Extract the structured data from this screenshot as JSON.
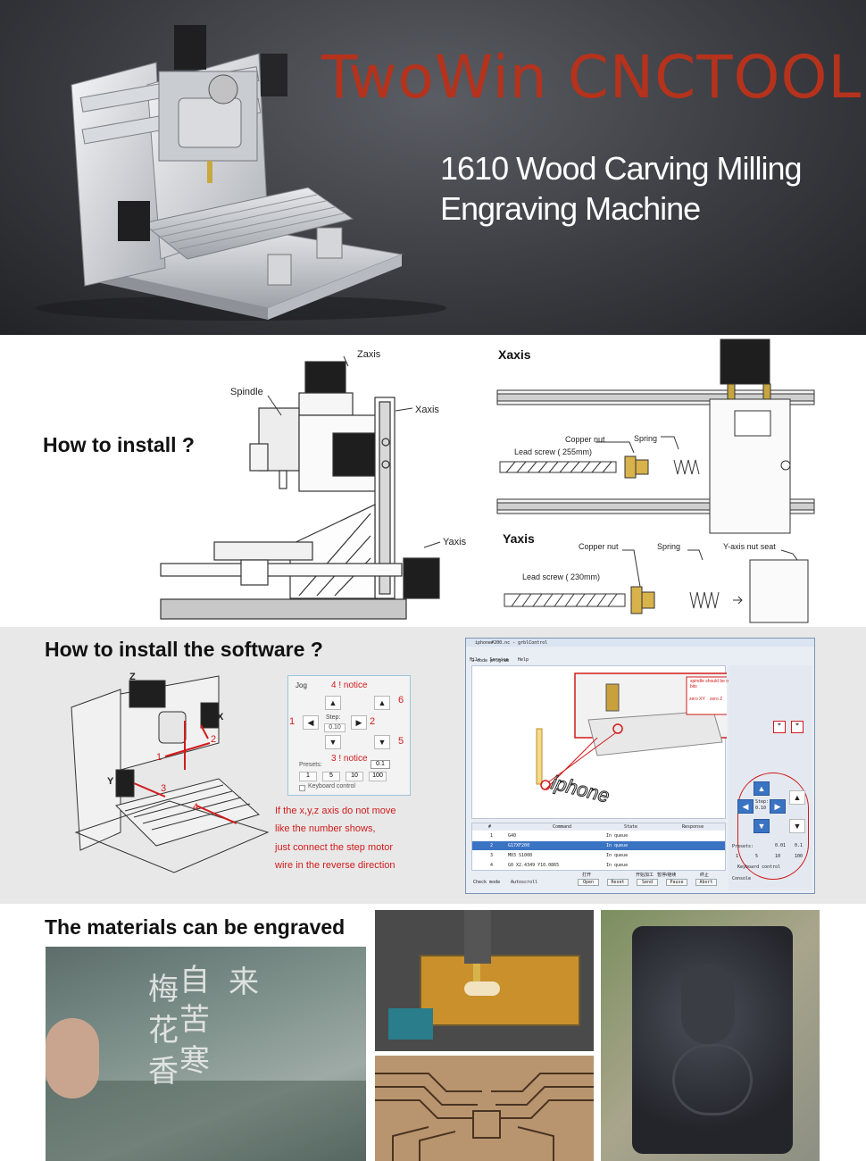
{
  "banner": {
    "title": "TwoWin CNCTOOL",
    "subtitle_line1": "1610 Wood Carving Milling",
    "subtitle_line2": "Engraving Machine"
  },
  "install": {
    "heading": "How to install ?",
    "left_labels": {
      "zaxis": "Zaxis",
      "spindle": "Spindle",
      "xaxis": "Xaxis",
      "yaxis": "Yaxis"
    },
    "xaxis_panel": {
      "title": "Xaxis",
      "copper_nut": "Copper nut",
      "spring": "Spring",
      "lead_screw": "Lead screw ( 255mm)"
    },
    "yaxis_panel": {
      "title": "Yaxis",
      "copper_nut": "Copper nut",
      "spring": "Spring",
      "nut_seat": "Y-axis nut seat",
      "lead_screw": "Lead screw ( 230mm)"
    }
  },
  "software": {
    "heading": "How to install the software ?",
    "axes": {
      "z": "Z",
      "x": "X",
      "y": "Y"
    },
    "markers": [
      "1",
      "2",
      "3",
      "4"
    ],
    "jog": {
      "title": "Jog",
      "notice_top": "4 ! notice",
      "notice_bottom": "3 ! notice",
      "step_label": "Step:",
      "step_value": "0.10",
      "presets_label": "Presets:",
      "preset_values": [
        "1",
        "5",
        "10",
        "100"
      ],
      "preset_selected": "0.1",
      "keyboard_control": "Keyboard control",
      "num_left": "1",
      "num_right": "2",
      "num_right_outer": "6",
      "num_right_down": "5"
    },
    "warning": [
      "If the x,y,z axis do not move",
      "like the number shows,",
      "just connect the step motor",
      "wire in the reverse direction"
    ],
    "grbl": {
      "window_title": "iphone#200.nc - grblControl",
      "menu": [
        "File",
        "Service",
        "Help"
      ],
      "gcode_label": "G-code program",
      "callout": "spindle should be on when moving the bits",
      "zero_xy": "zero XY",
      "zero_z": "zero Z",
      "engraving_text": "iphone",
      "table_headers": [
        "#",
        "Command",
        "State",
        "Response"
      ],
      "rows": [
        {
          "n": "1",
          "cmd": "G40",
          "state": "In queue"
        },
        {
          "n": "2",
          "cmd": "G17XF200",
          "state": "In queue"
        },
        {
          "n": "3",
          "cmd": "M03 S1000",
          "state": "In queue"
        },
        {
          "n": "4",
          "cmd": "G0 X2.4349 Y10.0865",
          "state": "In queue"
        }
      ],
      "bottom_buttons": [
        "Open",
        "Reset",
        "Send",
        "Pause",
        "Abort"
      ],
      "bottom_cn": [
        "打开",
        "开始加工",
        "暂停/继续",
        "终止"
      ],
      "check_mode": "Check mode",
      "autoscroll": "Autoscroll",
      "step_label": "Step:",
      "step_value": "0.10",
      "presets_label": "Presets:",
      "presets": [
        "0.01",
        "0.1",
        "1",
        "5",
        "10",
        "100"
      ],
      "keyboard_control": "Keyboard control",
      "console": "Console"
    }
  },
  "materials": {
    "heading": "The materials can be engraved",
    "acrylic_chars": [
      "梅",
      "自",
      "来",
      "花",
      "苦",
      "寒",
      "香"
    ]
  }
}
